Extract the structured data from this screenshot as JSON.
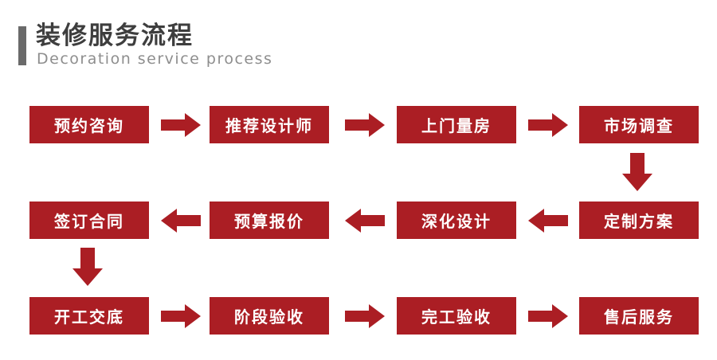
{
  "header": {
    "title": "装修服务流程",
    "subtitle": "Decoration service process"
  },
  "flow": {
    "rows": [
      {
        "direction": "right",
        "boxes": [
          "预约咨询",
          "推荐设计师",
          "上门量房",
          "市场调查"
        ]
      },
      {
        "direction": "left",
        "boxes": [
          "签订合同",
          "预算报价",
          "深化设计",
          "定制方案"
        ]
      },
      {
        "direction": "right",
        "boxes": [
          "开工交底",
          "阶段验收",
          "完工验收",
          "售后服务"
        ]
      }
    ],
    "sequence": [
      "预约咨询",
      "推荐设计师",
      "上门量房",
      "市场调查",
      "定制方案",
      "深化设计",
      "预算报价",
      "签订合同",
      "开工交底",
      "阶段验收",
      "完工验收",
      "售后服务"
    ]
  },
  "colors": {
    "box_red": "#ab1e24",
    "accent_bar_gray": "#6a6a6a",
    "title_text": "#3e3e3e",
    "subtitle_text": "#8e8e8e",
    "box_text": "#ffffff",
    "background": "#ffffff"
  }
}
